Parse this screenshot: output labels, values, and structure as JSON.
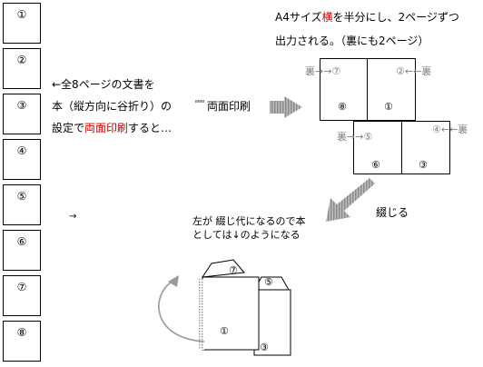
{
  "pages": [
    "①",
    "②",
    "③",
    "④",
    "⑤",
    "⑥",
    "⑦",
    "⑧"
  ],
  "explain": {
    "line1": "←全8ページの文書を",
    "line2": "本（縦方向に谷折り）の",
    "line3_a": "設定で",
    "line3_b": "両面印刷",
    "line3_c": "すると…"
  },
  "duplex_label": "両面印刷",
  "note": {
    "line1_a": "A4サイズ",
    "line1_b": "横",
    "line1_c": "を半分にし、2ページずつ",
    "line2": "出力される。（裏にも2ページ）"
  },
  "sheet1": {
    "back_label": "裏→→⑦",
    "front_label": "②←←裏",
    "left_num": "⑧",
    "right_num": "①"
  },
  "sheet2": {
    "back_label": "裏→→⑤",
    "front_label": "④←←裏",
    "left_num": "⑥",
    "right_num": "③"
  },
  "bind_label": "綴じる",
  "result": {
    "line1": "左が 綴じ代になるので本",
    "line2": "としては↓のようになる"
  },
  "small_arrow": "→",
  "booklet": {
    "top_left": "⑦",
    "top_right": "⑤",
    "front": "①",
    "back": "③"
  }
}
